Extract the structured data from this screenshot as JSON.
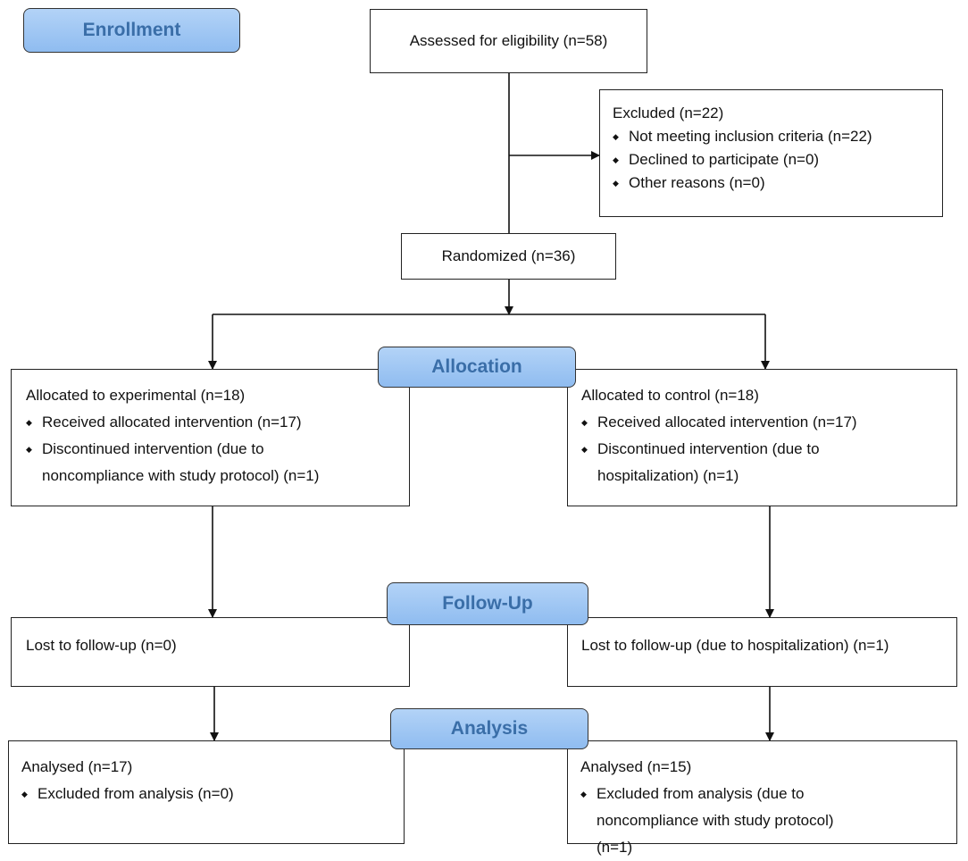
{
  "stages": {
    "enrollment": "Enrollment",
    "allocation": "Allocation",
    "followup": "Follow-Up",
    "analysis": "Analysis"
  },
  "assessed": "Assessed for eligibility (n=58)",
  "excluded": {
    "title": "Excluded (n=22)",
    "items": [
      "Not meeting inclusion criteria (n=22)",
      "Declined to participate (n=0)",
      "Other reasons (n=0)"
    ]
  },
  "randomized": "Randomized (n=36)",
  "allocation_left": {
    "title": "Allocated to experimental (n=18)",
    "items": [
      "Received allocated intervention (n=17)",
      "Discontinued intervention (due to noncompliance with study protocol) (n=1)"
    ]
  },
  "allocation_right": {
    "title": "Allocated to control (n=18)",
    "items": [
      "Received allocated intervention (n=17)",
      "Discontinued intervention (due to hospitalization) (n=1)"
    ]
  },
  "followup_left": "Lost to follow-up (n=0)",
  "followup_right": "Lost to follow-up (due to hospitalization) (n=1)",
  "analysis_left": {
    "title": "Analysed (n=17)",
    "items": [
      "Excluded from analysis (n=0)"
    ]
  },
  "analysis_right": {
    "title": "Analysed (n=15)",
    "items": [
      "Excluded from analysis (due to noncompliance with study protocol) (n=1)"
    ]
  }
}
